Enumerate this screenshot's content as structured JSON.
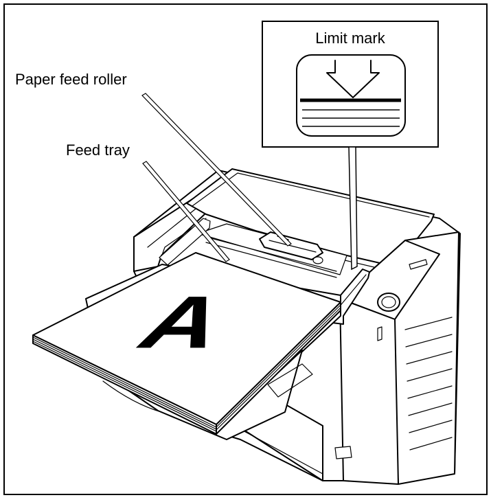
{
  "labels": {
    "paper_feed_roller": "Paper feed roller",
    "feed_tray": "Feed tray",
    "limit_mark": "Limit mark",
    "paper_letter": "A"
  }
}
